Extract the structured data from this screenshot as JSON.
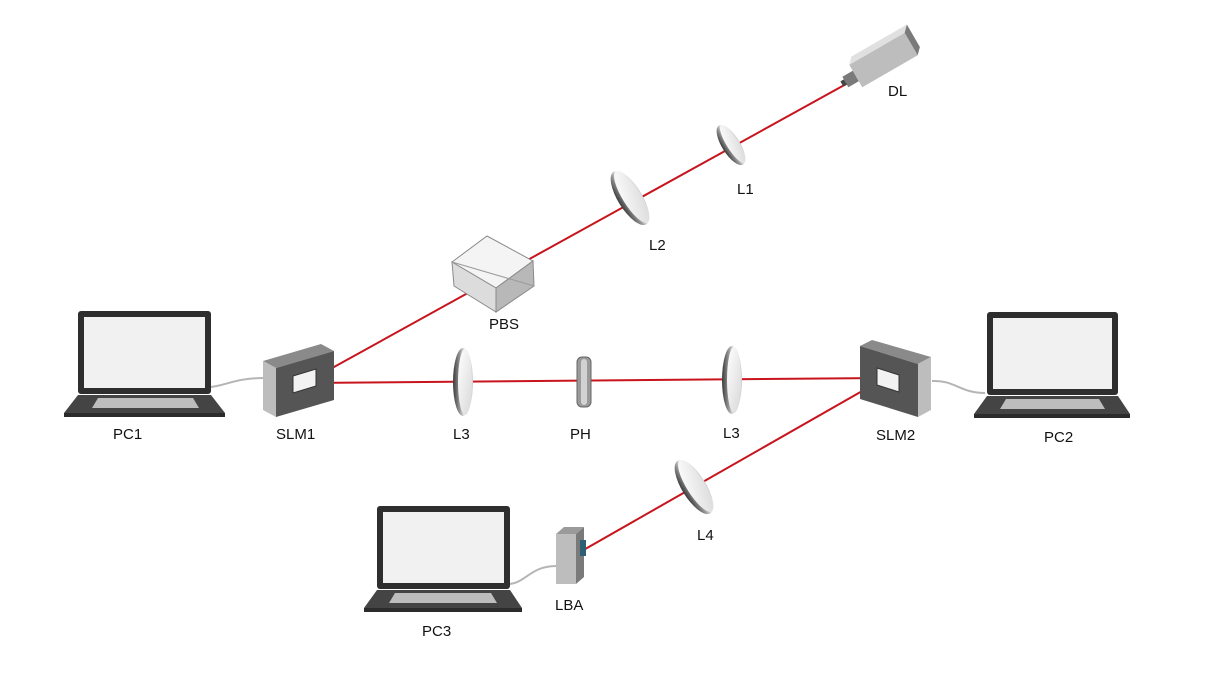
{
  "colors": {
    "beam": "#c8141c",
    "device_dark": "#555555",
    "device_mid": "#7a7a7a",
    "device_light": "#bdbdbd",
    "laptop_frame": "#2e2e2e",
    "laptop_screen": "#f1f1f1",
    "cable": "#b5b5b5"
  },
  "labels": {
    "dl": "DL",
    "l1": "L1",
    "l2": "L2",
    "pbs": "PBS",
    "pc1": "PC1",
    "slm1": "SLM1",
    "l3_left": "L3",
    "ph": "PH",
    "l3_right": "L3",
    "slm2": "SLM2",
    "pc2": "PC2",
    "l4": "L4",
    "lba": "LBA",
    "pc3": "PC3"
  },
  "icons": {
    "laser": "diode-laser-icon",
    "lens": "lens-icon",
    "beam_splitter": "beam-splitter-cube-icon",
    "slm": "spatial-light-modulator-icon",
    "pinhole": "pinhole-icon",
    "laptop": "laptop-icon",
    "analyzer": "beam-analyzer-camera-icon"
  }
}
